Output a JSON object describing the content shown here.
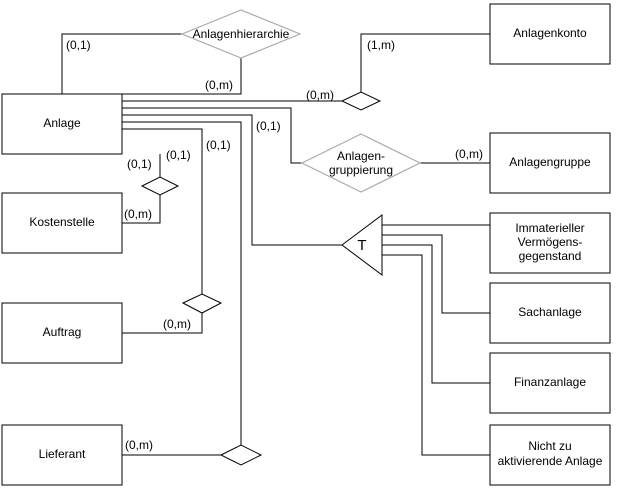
{
  "entities": {
    "anlage": "Anlage",
    "kostenstelle": "Kostenstelle",
    "auftrag": "Auftrag",
    "lieferant": "Lieferant",
    "anlagenkonto": "Anlagenkonto",
    "anlagengruppe": "Anlagengruppe",
    "immateriell": [
      "Immaterieller",
      "Vermögens-",
      "gegenstand"
    ],
    "sachanlage": "Sachanlage",
    "finanzanlage": "Finanzanlage",
    "nicht_aktiv": [
      "Nicht zu",
      "aktivierende Anlage"
    ]
  },
  "relationships": {
    "hierarchie": "Anlagenhierarchie",
    "gruppierung": [
      "Anlagen-",
      "gruppierung"
    ]
  },
  "specialization": {
    "symbol": "T"
  },
  "cardinalities": {
    "hier_top": "(0,1)",
    "hier_bottom": "(0,m)",
    "konto_anlage": "(0,m)",
    "konto_konto": "(1,m)",
    "grupp_anlage": "(0,1)",
    "grupp_gruppe": "(0,m)",
    "kst_anlage": "(0,1)",
    "kst_kst": "(0,m)",
    "auf_anlage": "(0,1)",
    "auf_auf": "(0,m)",
    "lief_anlage": "(0,1)",
    "lief_lief": "(0,m)"
  }
}
